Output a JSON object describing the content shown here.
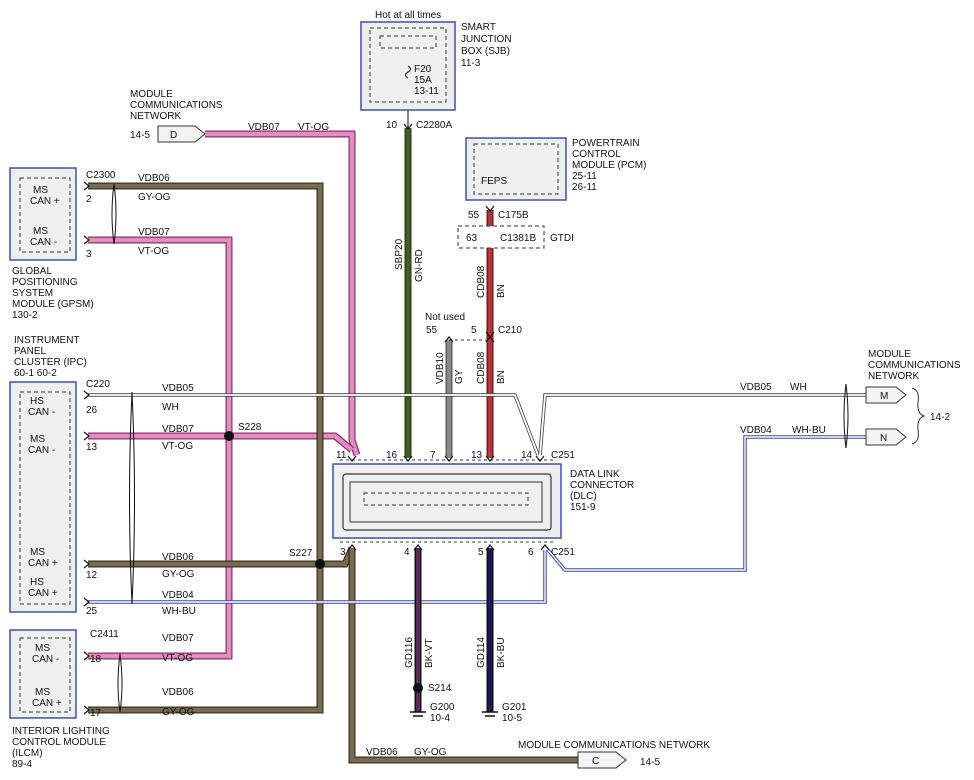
{
  "colors": {
    "tan": "#7a6a4f",
    "pink": "#e98ac6",
    "green": "#3f5e26",
    "red": "#b8343a",
    "gray": "#808080",
    "blue": "#4a57b5",
    "box_border": "#3b4fc0",
    "box_fill": "#efefef"
  },
  "sjb": {
    "hot_label": "Hot at all times",
    "name": [
      "SMART",
      "JUNCTION",
      "BOX (SJB)",
      "11-3"
    ],
    "fuse": [
      "F20",
      "15A",
      "13-11"
    ],
    "pin": "10",
    "connector": "C2280A"
  },
  "mcn_top": {
    "name": [
      "MODULE",
      "COMMUNICATIONS",
      "NETWORK"
    ],
    "ref": "14-5",
    "letter": "D",
    "circuit": "VDB07",
    "color": "VT-OG"
  },
  "pcm": {
    "name": [
      "POWERTRAIN",
      "CONTROL",
      "MODULE (PCM)",
      "25-11",
      "26-11"
    ],
    "signal": "FEPS",
    "pin": "55",
    "connector": "C175B",
    "gtdi_pin": "63",
    "gtdi_connector": "C1381B",
    "gtdi_label": "GTDI"
  },
  "gpsm": {
    "name": [
      "GLOBAL",
      "POSITIONING",
      "SYSTEM",
      "MODULE (GPSM)",
      "130-2"
    ],
    "connector": "C2300",
    "pins": [
      "MS CAN +",
      "MS CAN -"
    ],
    "pin_numbers": [
      "2",
      "3"
    ],
    "circuits": [
      [
        "VDB06",
        "GY-OG"
      ],
      [
        "VDB07",
        "VT-OG"
      ]
    ]
  },
  "ipc": {
    "name": [
      "INSTRUMENT",
      "PANEL",
      "CLUSTER (IPC)",
      "60-1  60-2"
    ],
    "connector": "C220",
    "pins": [
      "HS CAN -",
      "MS CAN -",
      "MS CAN +",
      "HS CAN +"
    ],
    "pin_numbers": [
      "26",
      "13",
      "12",
      "25"
    ],
    "circuits": [
      [
        "VDB05",
        "WH"
      ],
      [
        "VDB07",
        "VT-OG"
      ],
      [
        "VDB06",
        "GY-OG"
      ],
      [
        "VDB04",
        "WH-BU"
      ]
    ],
    "splices": [
      "S228",
      "S227"
    ]
  },
  "ilcm": {
    "name": [
      "INTERIOR LIGHTING",
      "CONTROL MODULE",
      "(ILCM)",
      "89-4"
    ],
    "connector": "C2411",
    "pins": [
      "MS CAN -",
      "MS CAN +"
    ],
    "pin_numbers": [
      "18",
      "17"
    ],
    "circuits": [
      [
        "VDB07",
        "VT-OG"
      ],
      [
        "VDB06",
        "GY-OG"
      ]
    ]
  },
  "middle": {
    "not_used": "Not used",
    "pin55": "55",
    "pin5": "5",
    "connector": "C210",
    "sbp": [
      "SBP20",
      "GN-RD"
    ],
    "vdb10": [
      "VDB10",
      "GY"
    ],
    "cdb08_a": [
      "CDB08",
      "BN"
    ],
    "cdb08_b": [
      "CDB08",
      "BN"
    ]
  },
  "dlc": {
    "name": [
      "DATA LINK",
      "CONNECTOR",
      "(DLC)",
      "151-9"
    ],
    "connector": "C251",
    "connector_bottom": "C251",
    "top_pins": [
      "11",
      "16",
      "7",
      "13",
      "14"
    ],
    "bottom_pins": [
      "3",
      "4",
      "5",
      "6"
    ]
  },
  "grounds": {
    "gd116": [
      "GD116",
      "BK-VT"
    ],
    "gd114": [
      "GD114",
      "BK-BU"
    ],
    "splice": "S214",
    "g200": [
      "G200",
      "10-4"
    ],
    "g201": [
      "G201",
      "10-5"
    ]
  },
  "mcn_right": {
    "name": [
      "MODULE",
      "COMMUNICATIONS",
      "NETWORK"
    ],
    "ref": "14-2",
    "letters": [
      "M",
      "N"
    ],
    "circuits": [
      [
        "VDB05",
        "WH"
      ],
      [
        "VDB04",
        "WH-BU"
      ]
    ]
  },
  "mcn_bottom": {
    "name": "MODULE COMMUNICATIONS NETWORK",
    "ref": "14-5",
    "letter": "C",
    "circuit": [
      "VDB06",
      "GY-OG"
    ]
  }
}
